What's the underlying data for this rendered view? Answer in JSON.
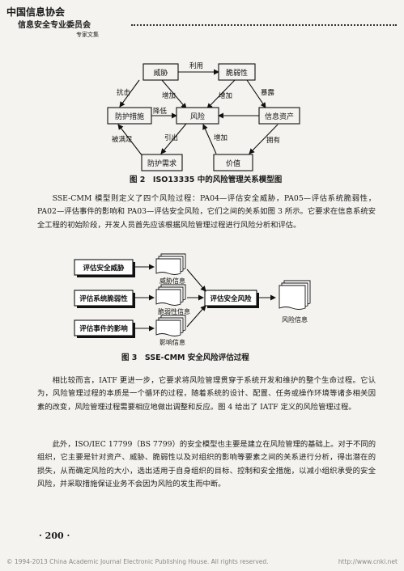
{
  "header": {
    "line1": "中国信息协会",
    "line2": "信息安全专业委员会",
    "line3": "专家文集"
  },
  "figure2": {
    "nodes": {
      "threat": "威胁",
      "vulnerability": "脆弱性",
      "protection": "防护措施",
      "risk": "风险",
      "asset": "信息资产",
      "protection_need": "防护需求",
      "value": "价值"
    },
    "edges": {
      "utilize": "利用",
      "resist": "抗击",
      "increase_1": "增加",
      "increase_2": "增加",
      "increase_3": "增加",
      "expose": "暴露",
      "reduce": "降低",
      "satisfied": "被满足",
      "derive": "引出",
      "have": "拥有"
    },
    "caption": "图 2　ISO13335 中的风险管理关系模型图"
  },
  "para1": "SSE-CMM 模型则定义了四个风险过程：PA04—评估安全威胁，PA05—评估系统脆弱性，PA02—评估事件的影响和 PA03—评估安全风险，它们之间的关系如图 3 所示。它要求在信息系统安全工程的初始阶段，开发人员首先应该根据风险管理过程进行风险分析和评估。",
  "figure3": {
    "boxes": {
      "assess_threat": "评估安全威胁",
      "assess_vuln": "评估系统脆弱性",
      "assess_impact": "评估事件的影响",
      "assess_risk": "评估安全风险"
    },
    "docs": {
      "threat_info": "威胁信息",
      "vuln_info": "脆弱性信息",
      "impact_info": "影响信息",
      "risk_info": "风险信息"
    },
    "caption": "图 3　SSE-CMM 安全风险评估过程"
  },
  "para2": "相比较而言，IATF 更进一步，它要求将风险管理贯穿于系统开发和维护的整个生命过程。它认为，风险管理过程的本质是一个循环的过程，随着系统的设计、配置、任务或操作环境等诸多相关因素的改变，风险管理过程需要相应地做出调整和反应。图 4 给出了 IATF 定义的风险管理过程。",
  "para3": "此外，ISO/IEC 17799（BS 7799）的安全模型也主要是建立在风险管理的基础上。对于不同的组织，它主要是针对资产、威胁、脆弱性以及对组织的影响等要素之间的关系进行分析，得出潜在的损失，从而确定风险的大小，选出适用于自身组织的目标、控制和安全措施，以减小组织承受的安全风险，并采取措施保证业务不会因为风险的发生而中断。",
  "page_number": "· 200 ·",
  "footer": {
    "left": "© 1994-2013 China Academic Journal Electronic Publishing House. All rights reserved.",
    "right": "http://www.cnki.net"
  }
}
